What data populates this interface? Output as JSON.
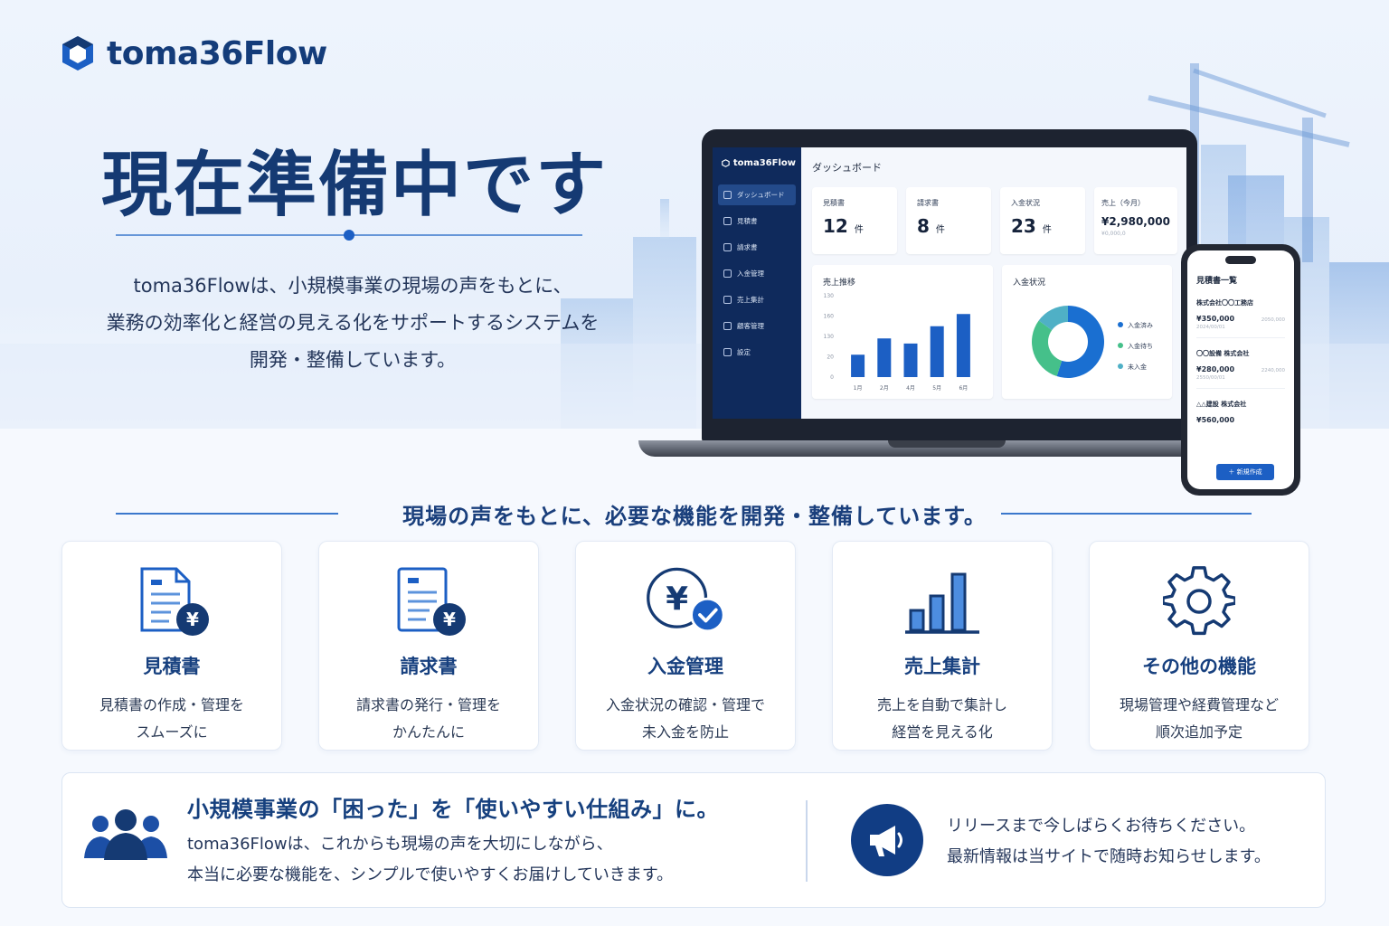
{
  "brand": {
    "name": "toma36Flow"
  },
  "hero": {
    "title": "現在準備中です",
    "description_lines": [
      "toma36Flowは、小規模事業の現場の声をもとに、",
      "業務の効率化と経営の見える化をサポートするシステムを",
      "開発・整備しています。"
    ]
  },
  "laptop": {
    "sidebar": {
      "logo": "toma36Flow",
      "items": [
        {
          "label": "ダッシュボード",
          "icon": "dashboard-icon",
          "active": true
        },
        {
          "label": "見積書",
          "icon": "document-icon"
        },
        {
          "label": "請求書",
          "icon": "invoice-icon"
        },
        {
          "label": "入金管理",
          "icon": "payment-icon"
        },
        {
          "label": "売上集計",
          "icon": "bar-chart-icon"
        },
        {
          "label": "顧客管理",
          "icon": "users-icon"
        },
        {
          "label": "設定",
          "icon": "gear-icon"
        }
      ]
    },
    "dashboard": {
      "title": "ダッシュボード",
      "cards": [
        {
          "label": "見積書",
          "value": "12",
          "unit": "件"
        },
        {
          "label": "請求書",
          "value": "8",
          "unit": "件"
        },
        {
          "label": "入金状況",
          "value": "23",
          "unit": "件"
        },
        {
          "label": "売上（今月）",
          "value": "¥2,980,000",
          "sub": "¥0,000,0"
        }
      ],
      "sales_panel_title": "売上推移",
      "payment_panel_title": "入金状況",
      "legend": [
        "入金済み",
        "入金待ち",
        "未入金"
      ]
    }
  },
  "chart_data": [
    {
      "type": "bar",
      "title": "売上推移",
      "categories": [
        "1月",
        "2月",
        "4月",
        "5月",
        "6月"
      ],
      "values": [
        22,
        38,
        33,
        50,
        62
      ],
      "yticks": [
        "130",
        "160",
        "130",
        "20",
        "0"
      ],
      "ylim": [
        0,
        80
      ],
      "color": "#1c5fc4"
    },
    {
      "type": "pie",
      "title": "入金状況",
      "labels": [
        "入金済み",
        "入金待ち",
        "未入金"
      ],
      "values": [
        55,
        30,
        15
      ],
      "colors": [
        "#1a6fd1",
        "#45c08a",
        "#4fb0c6"
      ]
    }
  ],
  "phone": {
    "title": "見積書一覧",
    "items": [
      {
        "name": "株式会社〇〇工務店",
        "amount": "¥350,000",
        "sub": "2050,000",
        "date": "2024/00/01"
      },
      {
        "name": "〇〇設備 株式会社",
        "amount": "¥280,000",
        "sub": "2240,000",
        "date": "2550/00/01"
      },
      {
        "name": "△△建設 株式会社",
        "amount": "¥560,000",
        "sub": "",
        "date": ""
      }
    ],
    "button": "＋ 新規作成"
  },
  "features_heading": "現場の声をもとに、必要な機能を開発・整備しています。",
  "features": [
    {
      "title": "見積書",
      "desc1": "見積書の作成・管理を",
      "desc2": "スムーズに",
      "icon": "estimate-icon"
    },
    {
      "title": "請求書",
      "desc1": "請求書の発行・管理を",
      "desc2": "かんたんに",
      "icon": "invoice-icon"
    },
    {
      "title": "入金管理",
      "desc1": "入金状況の確認・管理で",
      "desc2": "未入金を防止",
      "icon": "yen-check-icon"
    },
    {
      "title": "売上集計",
      "desc1": "売上を自動で集計し",
      "desc2": "経営を見える化",
      "icon": "bar-chart-icon"
    },
    {
      "title": "その他の機能",
      "desc1": "現場管理や経費管理など",
      "desc2": "順次追加予定",
      "icon": "gear-icon"
    }
  ],
  "bottom": {
    "title": "小規模事業の「困った」を「使いやすい仕組み」に。",
    "desc1": "toma36Flowは、これからも現場の声を大切にしながら、",
    "desc2": "本当に必要な機能を、シンプルで使いやすくお届けしていきます。",
    "notice1": "リリースまで今しばらくお待ちください。",
    "notice2": "最新情報は当サイトで随時お知らせします。"
  },
  "colors": {
    "primary": "#153a73",
    "accent": "#1c5fc4",
    "background": "#f6f9fe"
  }
}
